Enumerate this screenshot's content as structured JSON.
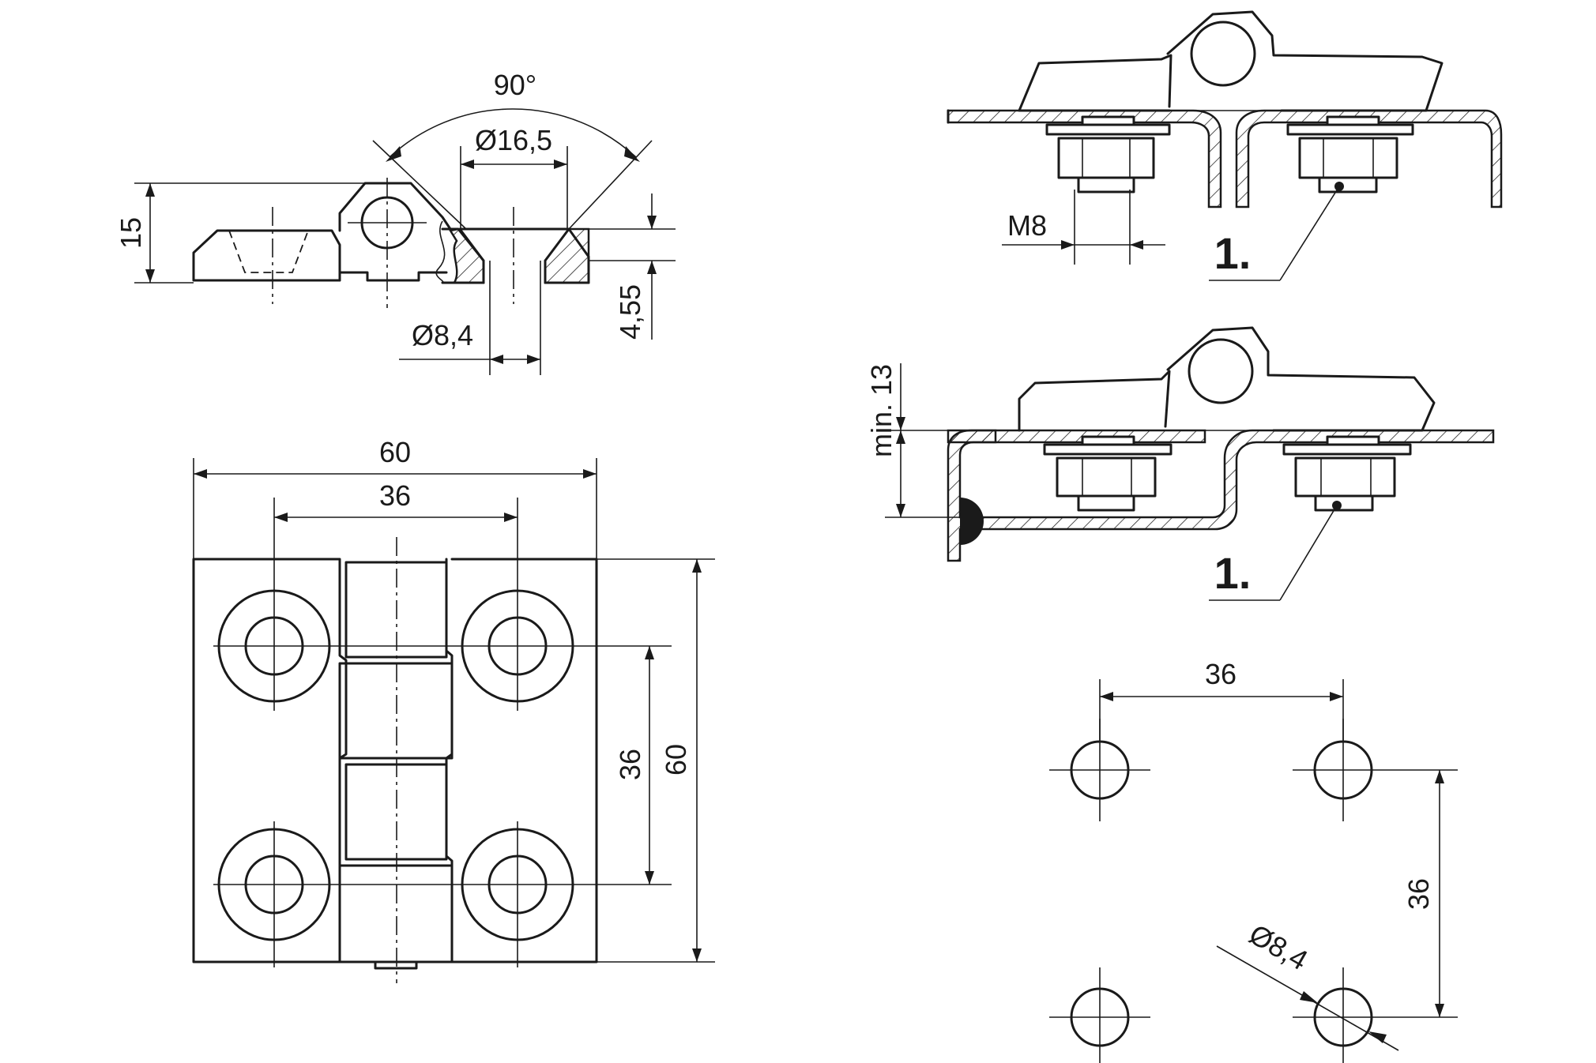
{
  "side_view": {
    "angle_label": "90°",
    "counterbore_label": "Ø16,5",
    "height_label": "15",
    "hole_label": "Ø8,4",
    "depth_label": "4,55"
  },
  "front_view": {
    "width_label": "60",
    "hole_spacing_x_label": "36",
    "hole_spacing_y_label": "36",
    "height_label": "60"
  },
  "mounting_top": {
    "thread_label": "M8",
    "callout_label": "1."
  },
  "mounting_bottom": {
    "min_label": "min. 13",
    "callout_label": "1."
  },
  "hole_pattern": {
    "spacing_x_label": "36",
    "spacing_y_label": "36",
    "hole_label": "Ø8,4"
  }
}
